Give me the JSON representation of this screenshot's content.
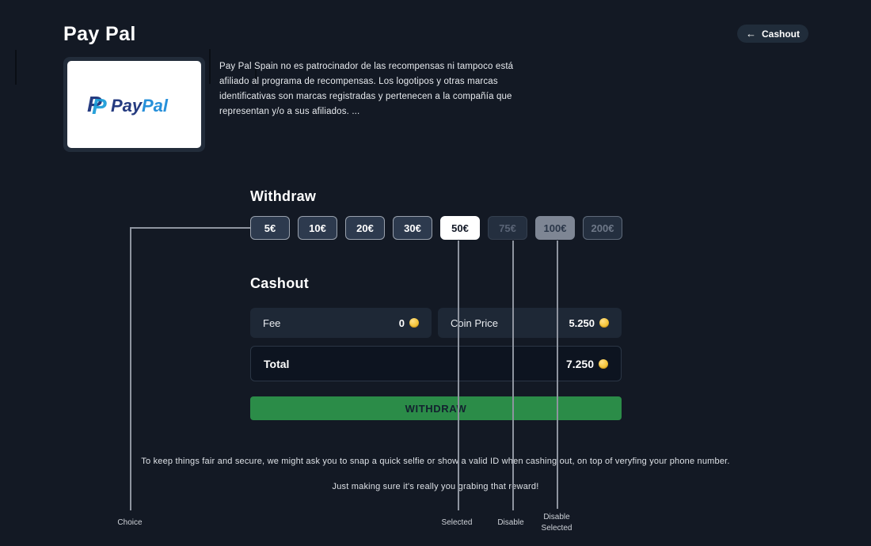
{
  "window": {
    "title": "Pay Pal"
  },
  "header": {
    "back_arrow": "←",
    "back_button_label": "Cashout"
  },
  "brand": {
    "monogram_back_p": "P",
    "monogram_front_p": "P",
    "word_pay": "Pay",
    "word_pal": "Pal"
  },
  "disclaimer": "Pay Pal Spain no es patrocinador de las recompensas ni tampoco está afiliado al programa de recompensas. Los logotipos y otras marcas identificativas son marcas registradas y pertenecen a la compañía que representan y/o a sus afiliados. ...",
  "withdraw": {
    "heading": "Withdraw",
    "options": [
      {
        "label": "5€",
        "state": "choice",
        "enabled": true
      },
      {
        "label": "10€",
        "state": "choice",
        "enabled": true
      },
      {
        "label": "20€",
        "state": "choice",
        "enabled": true
      },
      {
        "label": "30€",
        "state": "choice",
        "enabled": true
      },
      {
        "label": "50€",
        "state": "selected",
        "enabled": true
      },
      {
        "label": "75€",
        "state": "disabled",
        "enabled": false
      },
      {
        "label": "100€",
        "state": "disabled-selected",
        "enabled": false
      },
      {
        "label": "200€",
        "state": "disabled-outlined",
        "enabled": false
      }
    ]
  },
  "cashout": {
    "heading": "Cashout",
    "fee_label": "Fee",
    "fee_value": "0",
    "coin_price_label": "Coin Price",
    "coin_price_value": "5.250",
    "total_label": "Total",
    "total_value": "7.250",
    "withdraw_button_label": "WITHDRAW"
  },
  "footer": {
    "line1": "To keep things fair and secure, we might ask you to snap a quick selfie or show a valid ID when cashing out, on top of veryfing your phone number.",
    "line2": "Just making sure it's really you grabing that reward!"
  },
  "annotations": {
    "choice": "Choice",
    "selected": "Selected",
    "disable": "Disable",
    "disable_selected": [
      "Disable",
      "Selected"
    ]
  },
  "colors": {
    "background": "#131924",
    "accent_green": "#2b8c48",
    "coin_gold": "#f5c63c",
    "paypal_dark_blue": "#253B80",
    "paypal_light_blue": "#179BD7",
    "selected_chip": "#ffffff"
  }
}
